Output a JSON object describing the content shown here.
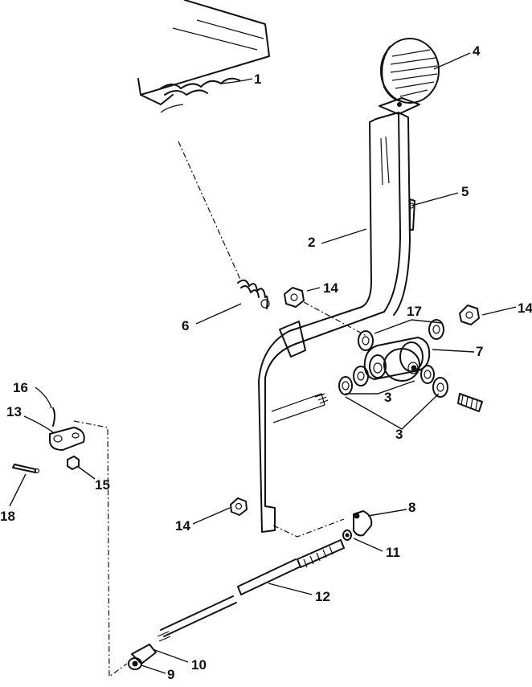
{
  "callouts": {
    "c1": "1",
    "c2": "2",
    "c3a": "3",
    "c3b": "3",
    "c4": "4",
    "c5": "5",
    "c6": "6",
    "c7": "7",
    "c8": "8",
    "c9": "9",
    "c10": "10",
    "c11": "11",
    "c12": "12",
    "c13": "13",
    "c14a": "14",
    "c14b": "14",
    "c14c": "14",
    "c15": "15",
    "c16": "16",
    "c17": "17",
    "c18": "18"
  }
}
